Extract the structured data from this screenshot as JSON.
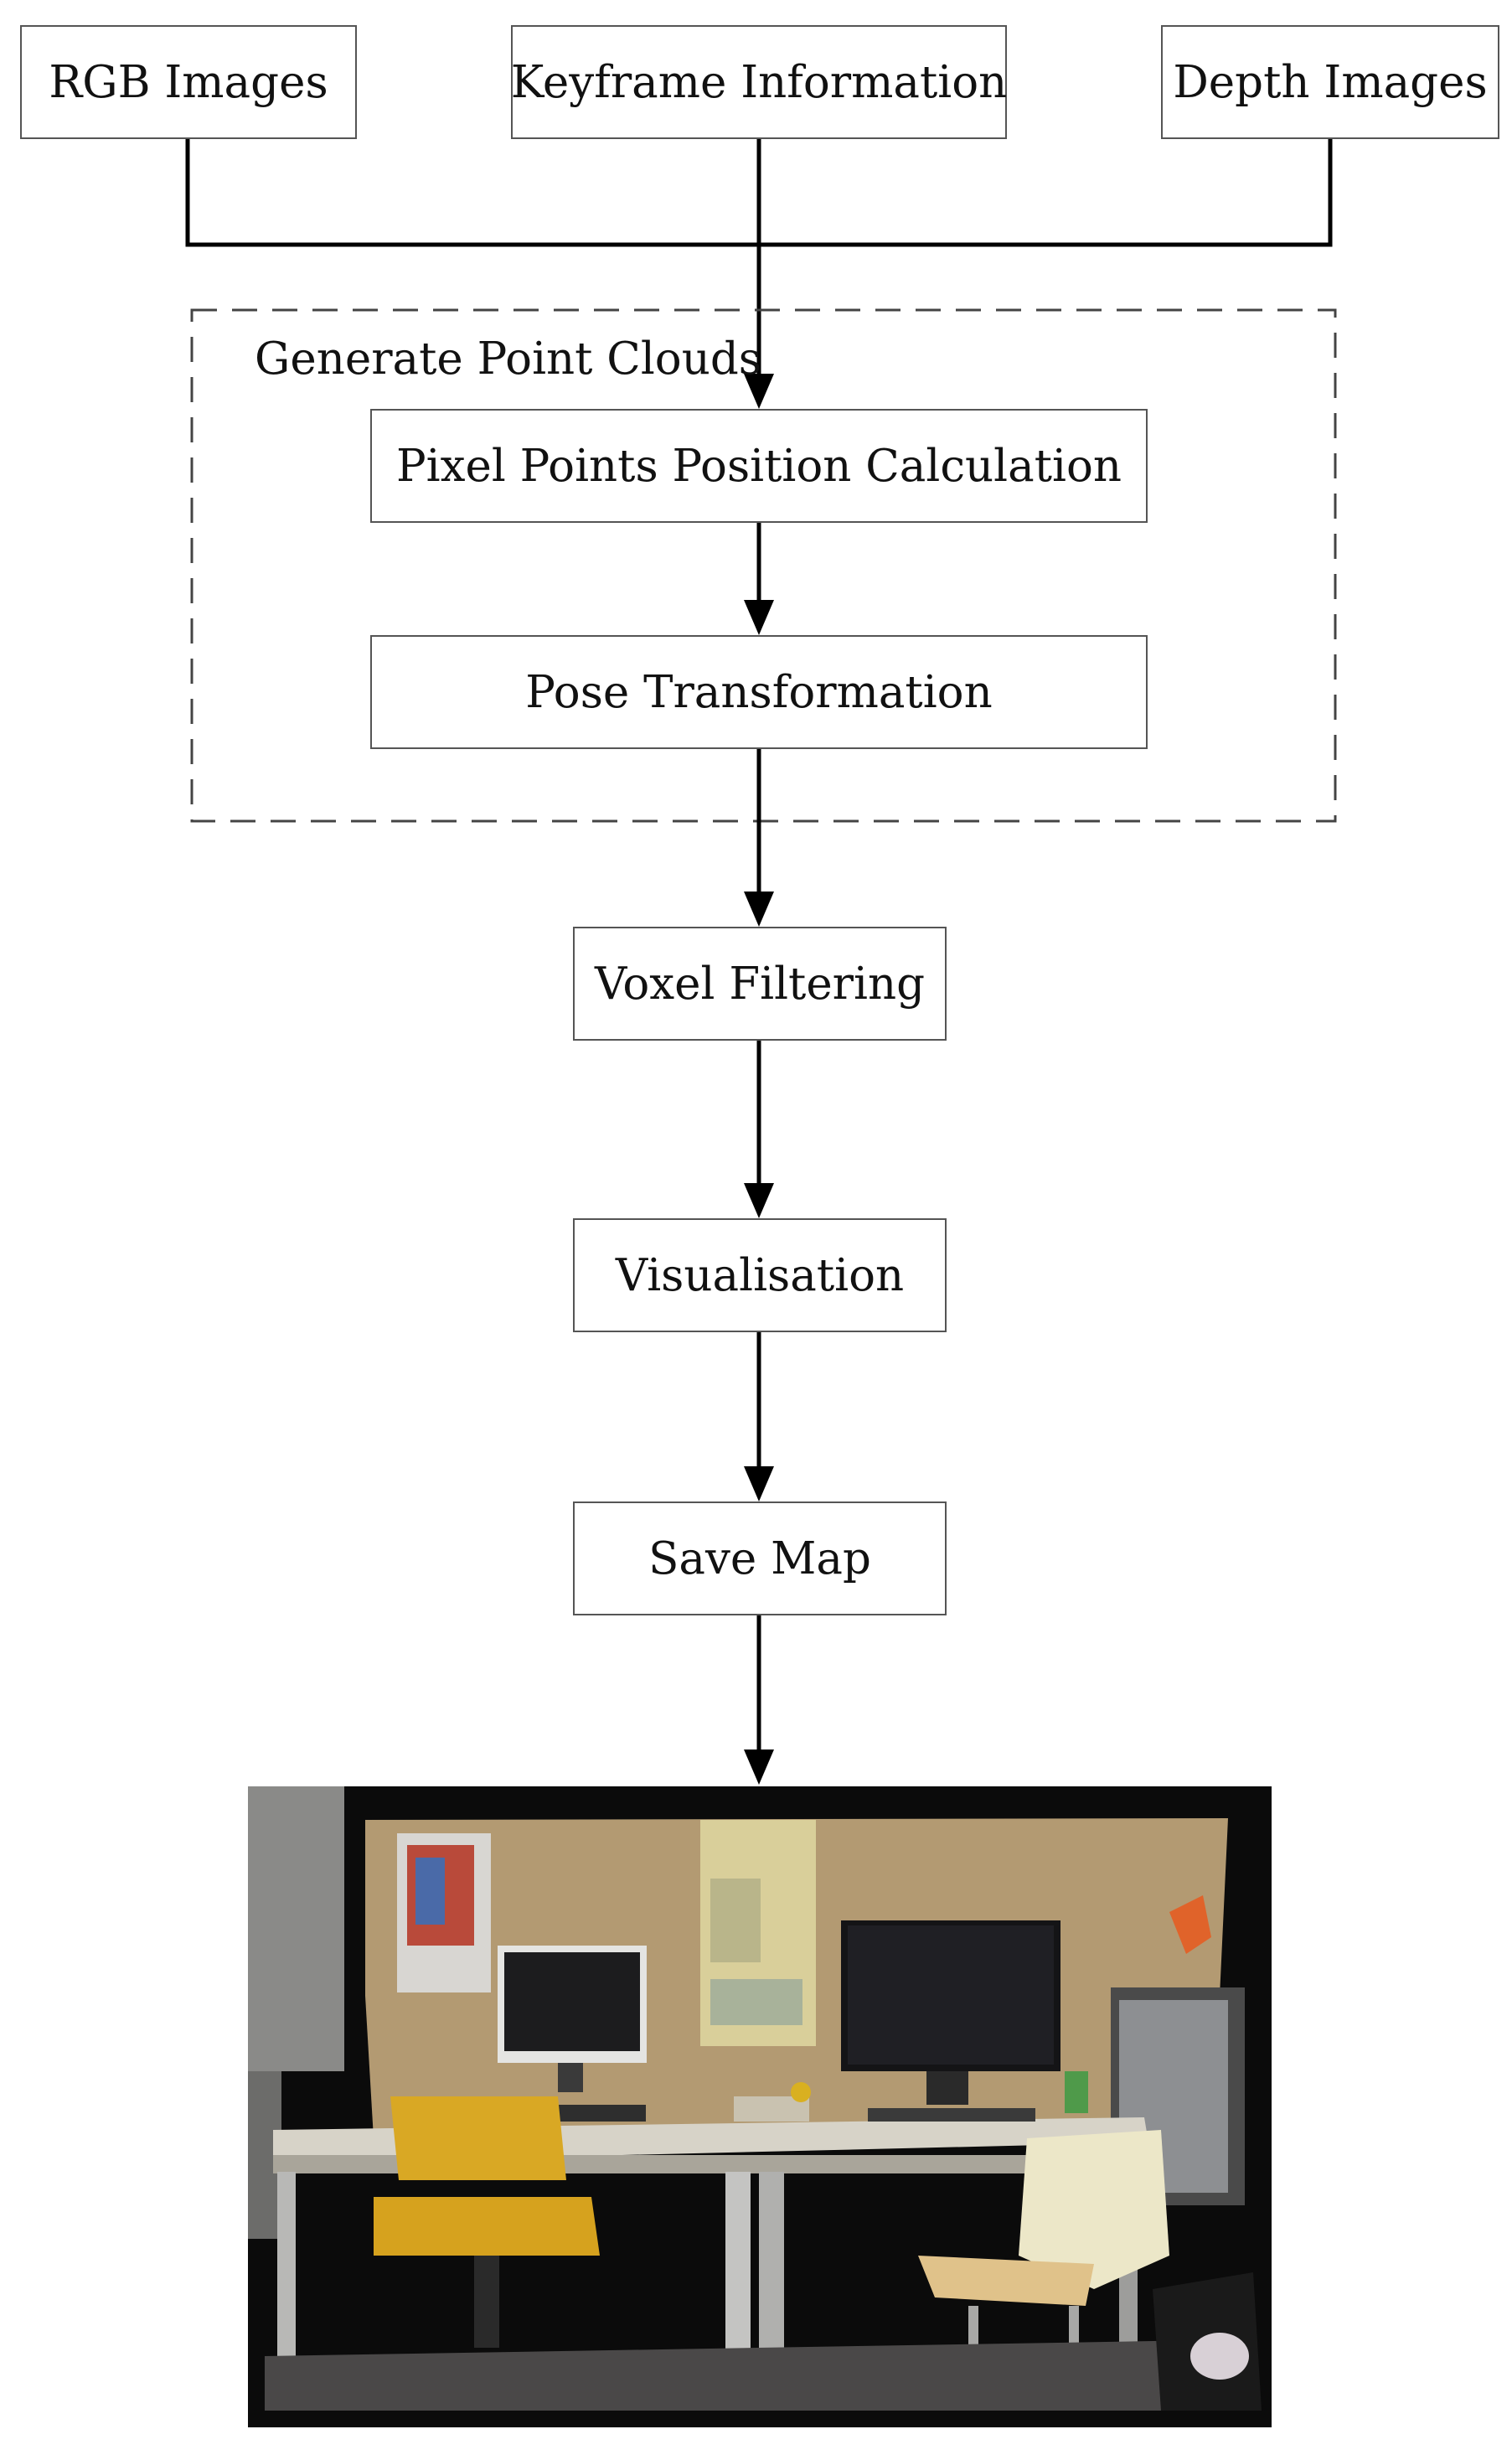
{
  "inputs": {
    "rgb": "RGB Images",
    "keyframe": "Keyframe Information",
    "depth": "Depth Images"
  },
  "group": {
    "label": "Generate Point Clouds",
    "steps": {
      "pixel_points": "Pixel Points Position Calculation",
      "pose": "Pose Transformation"
    }
  },
  "pipeline": {
    "voxel": "Voxel Filtering",
    "visualisation": "Visualisation",
    "save_map": "Save Map"
  },
  "colors": {
    "line": "#000000",
    "box_border": "#555555",
    "dashed_border": "#444444",
    "text": "#111111"
  },
  "result_image": {
    "icon": "office-desk-point-cloud-map"
  }
}
